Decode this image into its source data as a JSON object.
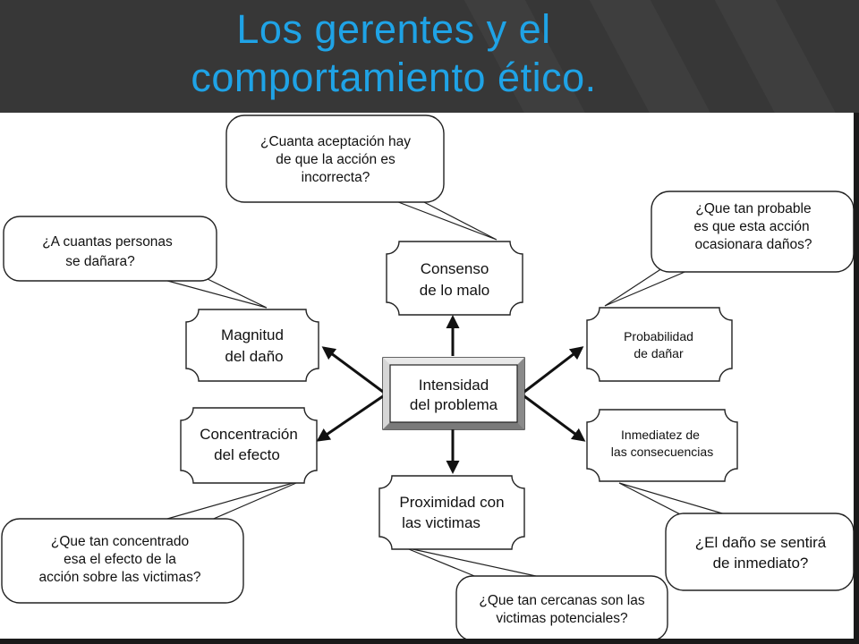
{
  "slide": {
    "title_line1": "Los gerentes y el",
    "title_line2": "comportamiento ético."
  },
  "diagram": {
    "center": {
      "line1": "Intensidad",
      "line2": "del problema"
    },
    "nodes": {
      "consenso": {
        "line1": "Consenso",
        "line2": "de lo malo"
      },
      "magnitud": {
        "line1": "Magnitud",
        "line2": "del daño"
      },
      "concentracion": {
        "line1": "Concentración",
        "line2": "del efecto"
      },
      "proximidad": {
        "line1": "Proximidad con",
        "line2": "las victimas"
      },
      "probabilidad": {
        "line1": "Probabilidad",
        "line2": "de dañar"
      },
      "inmediatez": {
        "line1": "Inmediatez de",
        "line2": "las consecuencias"
      }
    },
    "callouts": {
      "consenso": {
        "line1": "¿Cuanta aceptación hay",
        "line2": "de que la acción es",
        "line3": "incorrecta?"
      },
      "magnitud": {
        "line1": "¿A cuantas personas",
        "line2": "se dañara?"
      },
      "probabilidad": {
        "line1": "¿Que tan probable",
        "line2": "es que esta acción",
        "line3": "ocasionara daños?"
      },
      "concentracion": {
        "line1": "¿Que tan concentrado",
        "line2": "esa el efecto de la",
        "line3": "acción sobre las victimas?"
      },
      "proximidad": {
        "line1": "¿Que tan cercanas son las",
        "line2": "victimas potenciales?"
      },
      "inmediatez": {
        "line1": "¿El daño se sentirá",
        "line2": "de inmediato?"
      }
    }
  },
  "colors": {
    "title": "#1fa3e6",
    "header_bg": "#373737",
    "stroke": "#222222"
  }
}
